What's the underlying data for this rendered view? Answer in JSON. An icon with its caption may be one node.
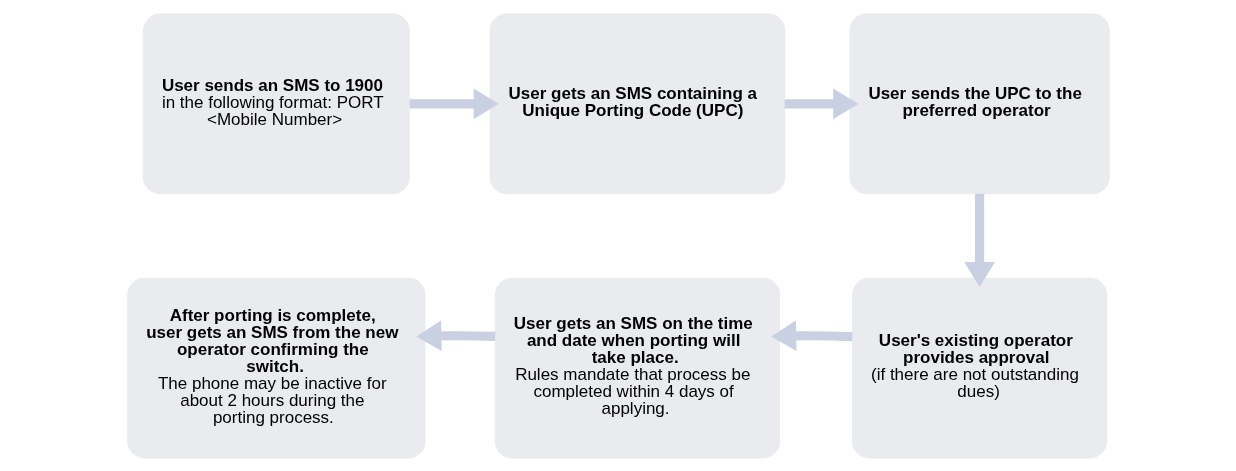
{
  "diagram": {
    "nodes": [
      {
        "text": [
          "User sends an SMS to 1900",
          "in the following format: PORT <Mobile Number>"
        ]
      },
      {
        "text": [
          "User gets an SMS containing a Unique Porting Code (UPC)"
        ]
      },
      {
        "text": [
          "User sends the UPC to the preferred operator"
        ]
      },
      {
        "text": [
          "User's existing operator provides approval",
          "(if there are not outstanding dues)"
        ]
      },
      {
        "text": [
          "User gets an SMS on the time and date when porting will take place.",
          "Rules mandate that process be completed within 4 days of applying."
        ]
      },
      {
        "text": [
          "After porting is complete, user gets an SMS from the new operator confirming the switch.",
          "The phone may be inactive for about 2 hours during the porting process."
        ]
      }
    ],
    "edges": [
      {
        "from": 0,
        "to": 1,
        "arrow": "to"
      },
      {
        "from": 1,
        "to": 2,
        "arrow": "to"
      },
      {
        "from": 2,
        "to": 3,
        "arrow": "to"
      },
      {
        "from": 3,
        "to": 4,
        "arrow": "to"
      },
      {
        "from": 4,
        "to": 5,
        "arrow": "to"
      }
    ]
  }
}
